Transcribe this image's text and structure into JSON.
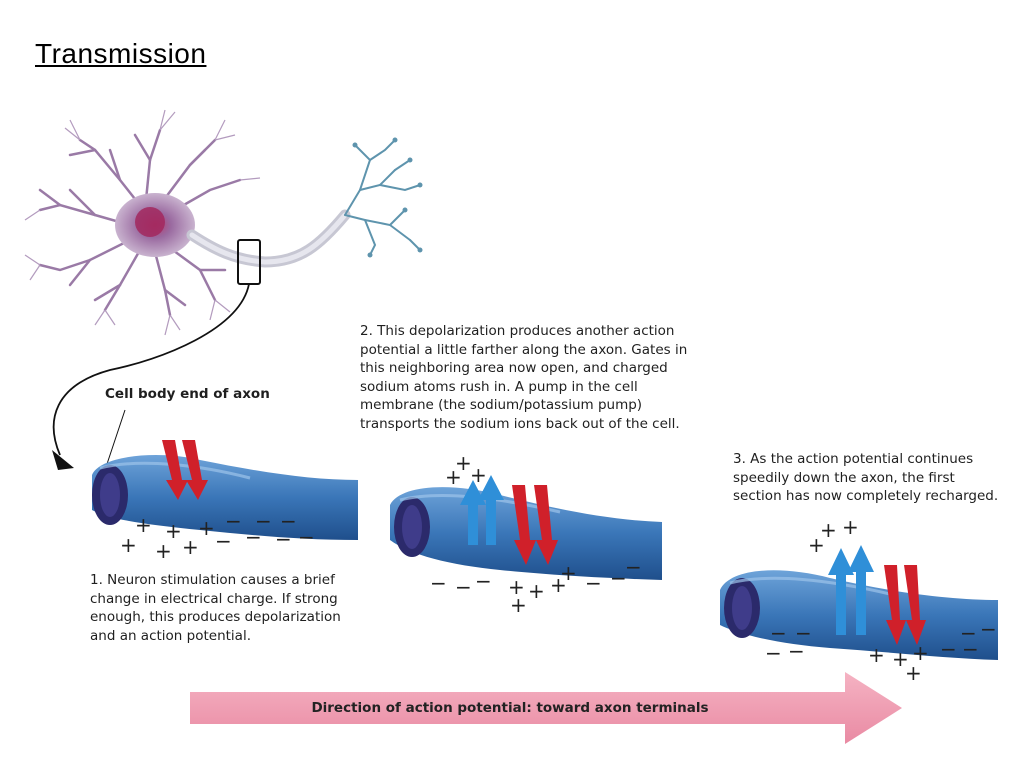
{
  "slide": {
    "title": "Transmission"
  },
  "labels": {
    "cell_body_end": "Cell body end of axon",
    "step1": "1. Neuron stimulation causes a brief\nchange in electrical charge. If strong\nenough, this produces depolarization\nand an action potential.",
    "step2": "2. This depolarization produces another action\npotential a little farther along the axon. Gates in\nthis neighboring area now open, and charged\nsodium atoms rush in.  A pump in the cell\nmembrane (the sodium/potassium pump)\ntransports the sodium ions back out of the cell.",
    "step3": "3. As the action potential continues\nspeedily down the axon, the first\nsection has now completely recharged.",
    "direction": "Direction of action potential: toward axon terminals"
  },
  "colors": {
    "axon_blue": "#3a76b8",
    "axon_dark": "#2b2a6b",
    "ion_red": "#d0202a",
    "ion_blue": "#2f8fd8",
    "direction_arrow": "#f19ab0",
    "neuron_purple": "#9a7aa6"
  }
}
